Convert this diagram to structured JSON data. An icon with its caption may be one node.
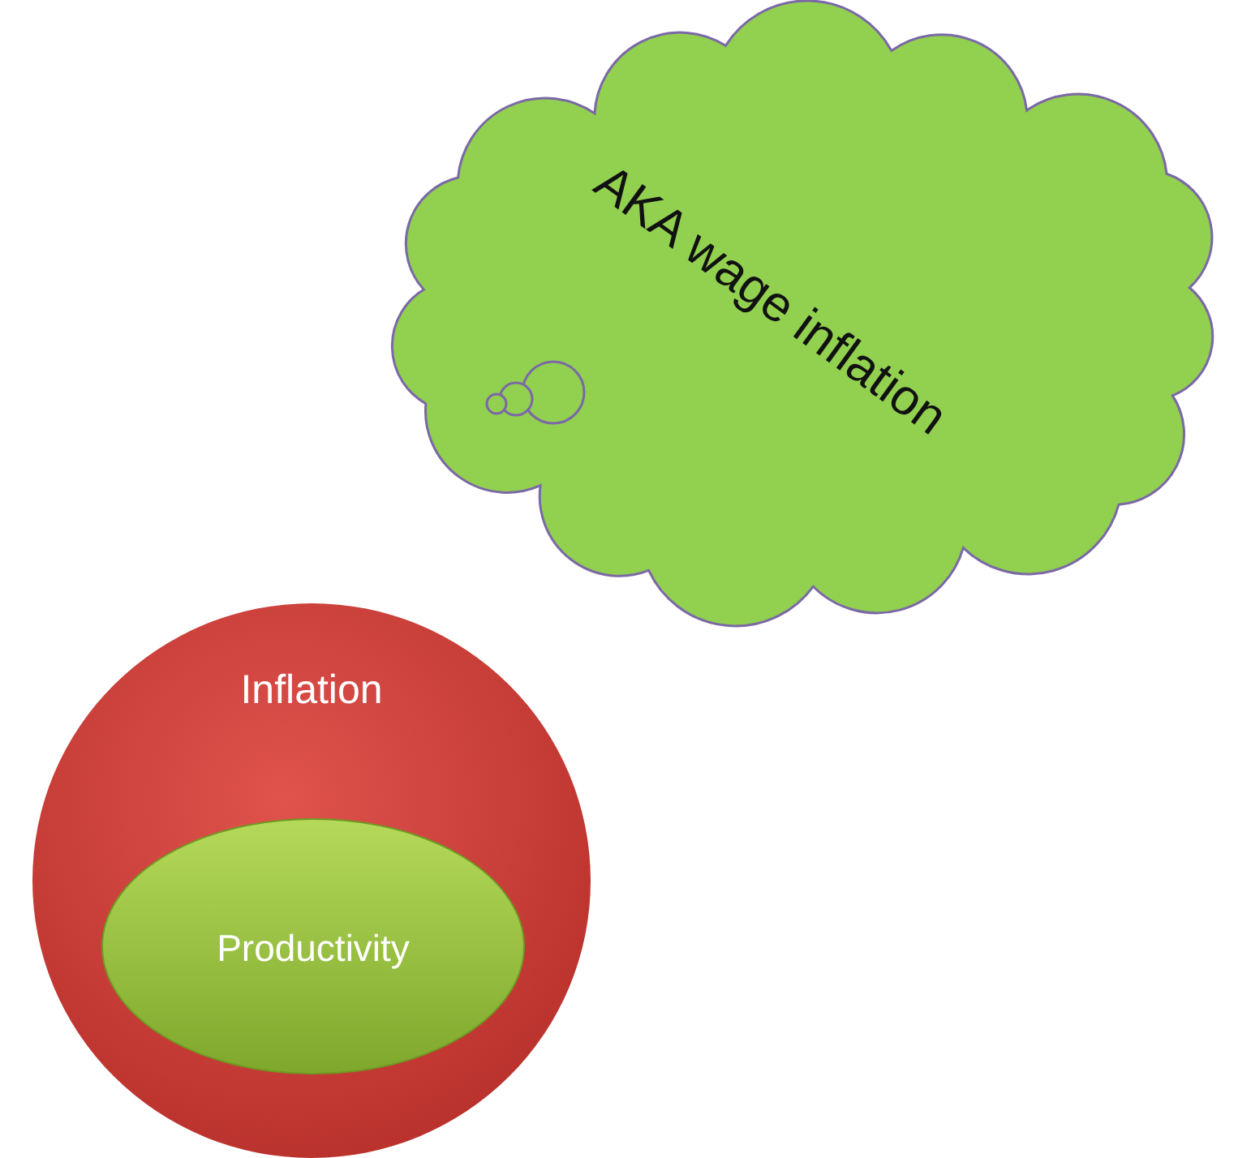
{
  "diagram": {
    "nodes": [
      {
        "text": [
          "AKA wage inflation"
        ]
      },
      {
        "text": [
          "Inflation"
        ]
      },
      {
        "text": [
          "Productivity"
        ],
        "in": 1
      }
    ]
  }
}
